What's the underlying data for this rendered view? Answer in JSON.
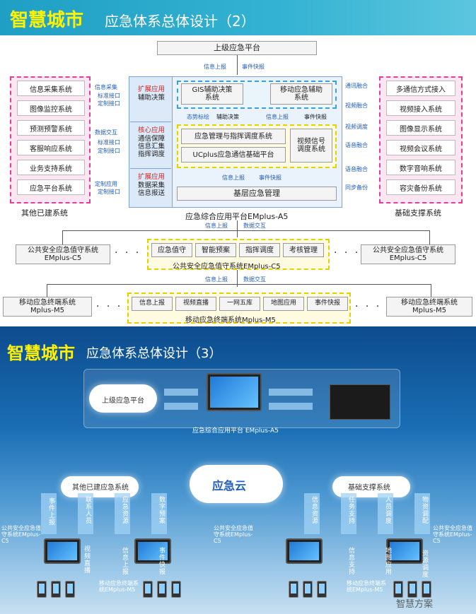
{
  "slide1": {
    "title_highlight": "智慧城市",
    "title_rest": "应急体系总体设计（2）",
    "top_box": "上级应急平台",
    "top_link_left": "信息上报",
    "top_link_right": "事件快报",
    "left_group": {
      "items": [
        "信息采集系统",
        "图像监控系统",
        "预测预警系统",
        "客服响应系统",
        "业务支持系统",
        "应急平台系统"
      ],
      "caption": "其他已建系统"
    },
    "right_group": {
      "items": [
        "多通信方式接入",
        "视频接入系统",
        "图像显示系统",
        "视频会议系统",
        "数字音响系统",
        "容灾备份系统"
      ],
      "caption": "基础支撑系统"
    },
    "left_links": [
      "信息采集",
      "标准接口",
      "定制接口",
      "数据交互",
      "标准接口",
      "定制接口",
      "定制应用",
      "定制接口"
    ],
    "right_links": [
      "通讯融合",
      "视频融合",
      "视频调度",
      "语音融合",
      "语音融合",
      "同步备份"
    ],
    "ext_app_1": {
      "title": "扩展应用",
      "body": "辅助决策"
    },
    "core_app": {
      "title": "核心应用",
      "lines": [
        "通信保障",
        "信息汇集",
        "指挥调度"
      ]
    },
    "ext_app_2": {
      "title": "扩展应用",
      "lines": [
        "数据采集",
        "信息报送"
      ]
    },
    "gis_box": "GIS辅助决策\n系统",
    "mobile_aid_box": "移动应急辅助\n系统",
    "mid_labels": [
      "态势标绘",
      "辅助决策",
      "信息上报",
      "事件快报"
    ],
    "cmd_box": "应急管理与指挥调度系统",
    "ucplus_box": "UCplus应急通信基础平台",
    "video_box": "视频信号\n调度系统",
    "lower_labels": [
      "信息上报",
      "事件快报"
    ],
    "base_box": "基层应急管理",
    "platform_caption": "应急综合应用平台EMplus-A5",
    "link2": [
      "信息上报",
      "数据交互"
    ],
    "c5_side_left": "公共安全应急值守系统\nEMplus-C5",
    "c5_side_right": "公共安全应急值守系统\nEMplus-C5",
    "c5_items": [
      "应急值守",
      "智能预案",
      "指挥调度",
      "考核管理"
    ],
    "c5_caption": "公共安全应急值守系统EMplus-C5",
    "link3": [
      "信息上报",
      "数据交互"
    ],
    "m5_side_left": "移动应急终端系统\nMplus-M5",
    "m5_side_right": "移动应急终端系统\nMplus-M5",
    "m5_items": [
      "信息上报",
      "视频直播",
      "一网五库",
      "地图应用",
      "事件快报"
    ],
    "m5_caption": "移动应急终端系统Mplus-M5",
    "dots": "· · ·"
  },
  "slide2": {
    "title_highlight": "智慧城市",
    "title_rest": "应急体系总体设计（3）",
    "upper_cloud": "上级应急平台",
    "platform_caption": "应急综合应用平台 EMplus-A5",
    "left_cloud": "其他已建应急系统",
    "center_cloud": "应急云",
    "right_cloud": "基础支撑系统",
    "vertical_labels": [
      "事件上报",
      "联系人员",
      "应急资源",
      "数字预案",
      "信息资源",
      "任务支持",
      "人员调度",
      "物资调配",
      "视频直播",
      "信息上报",
      "事件快报",
      "信息支持",
      "地图应用",
      "资源调度"
    ],
    "c5_labels": [
      "公共安全应急值守系统EMplus-C5",
      "公共安全应急值守系统EMplus-C5",
      "公共安全应急值守系统EMplus-C5"
    ],
    "m5_labels": [
      "移动应急终端系统EMplus-M5",
      "移动应急终端系统EMplus-M5"
    ],
    "watermark": "智慧方案"
  }
}
